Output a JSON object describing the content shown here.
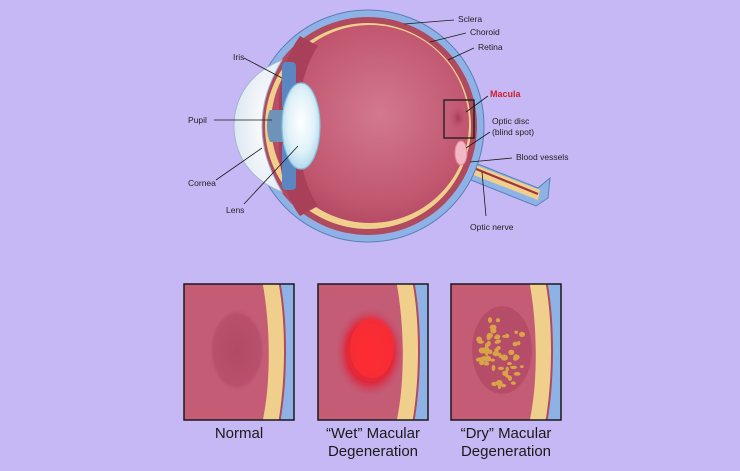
{
  "labels": {
    "sclera": "Sclera",
    "choroid": "Choroid",
    "retina": "Retina",
    "iris": "Iris",
    "pupil": "Pupil",
    "cornea": "Cornea",
    "lens": "Lens",
    "macula": "Macula",
    "optic_disc_line1": "Optic disc",
    "optic_disc_line2": "(blind spot)",
    "blood_vessels": "Blood vessels",
    "optic_nerve": "Optic nerve"
  },
  "panels": {
    "normal": "Normal",
    "wet_line1": "“Wet” Macular",
    "wet_line2": "Degeneration",
    "dry_line1": "“Dry” Macular",
    "dry_line2": "Degeneration"
  },
  "colors": {
    "background": "#c6b8f5",
    "sclera": "#8fb2e6",
    "choroid": "#b04a5e",
    "retina": "#f0cf8c",
    "vitreous": "#c45c76",
    "macula_mark": "#d0202a",
    "drusen": "#d9a347"
  }
}
